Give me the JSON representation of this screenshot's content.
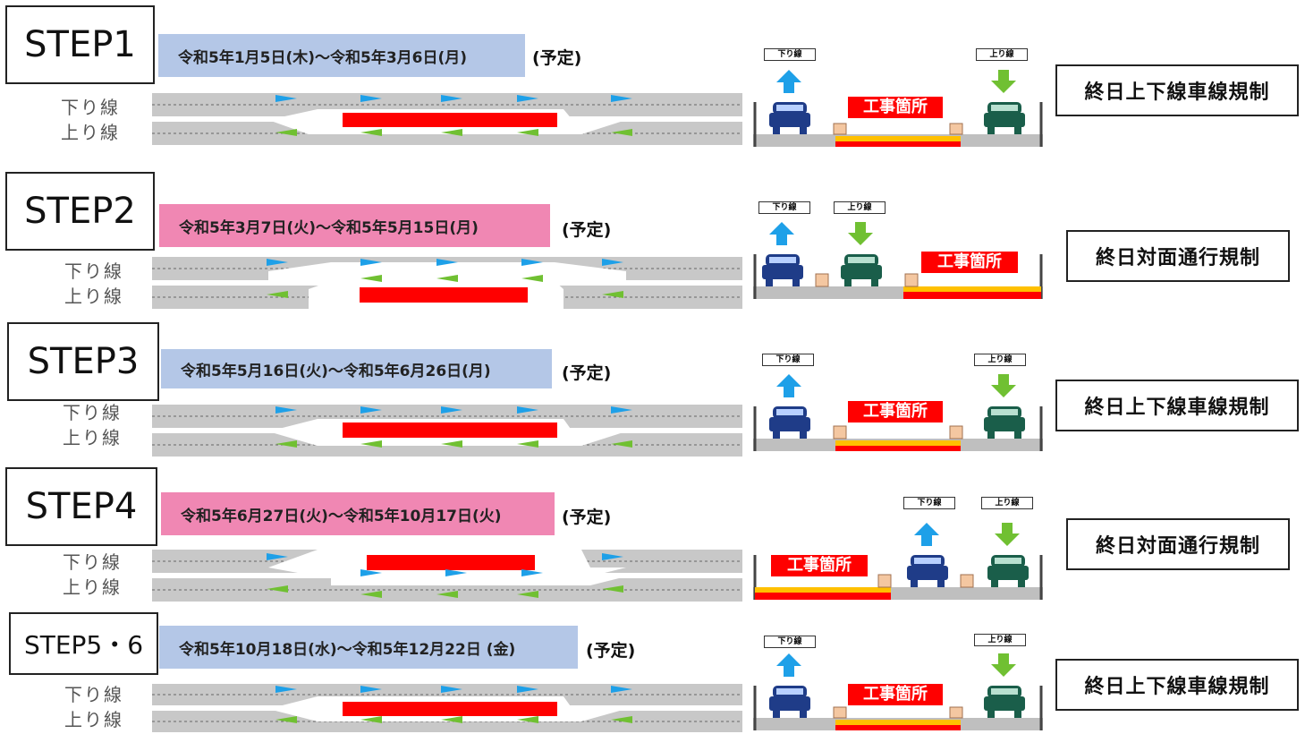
{
  "lane_labels": {
    "down": "下り線",
    "up": "上り線"
  },
  "yotei": "(予定)",
  "worksite": "工事箇所",
  "dir_down": "下り線",
  "dir_up": "上り線",
  "colors": {
    "blue_period": "#b4c7e7",
    "pink_period": "#f087b3",
    "work_red": "#ff0000",
    "arrow_blue": "#1ea0e8",
    "arrow_green": "#70c032",
    "road_gray": "#c8c8c8"
  },
  "steps": [
    {
      "name": "STEP1",
      "period": "令和5年1月5日(木)～令和5年3月6日(月)",
      "regulation": "終日上下線車線規制"
    },
    {
      "name": "STEP2",
      "period": "令和5年3月7日(火)～令和5年5月15日(月)",
      "regulation": "終日対面通行規制"
    },
    {
      "name": "STEP3",
      "period": "令和5年5月16日(火)～令和5年6月26日(月)",
      "regulation": "終日上下線車線規制"
    },
    {
      "name": "STEP4",
      "period": "令和5年6月27日(火)～令和5年10月17日(火)",
      "regulation": "終日対面通行規制"
    },
    {
      "name": "STEP5・6",
      "period": "令和5年10月18日(水)～令和5年12月22日 (金)",
      "regulation": "終日上下線車線規制"
    }
  ]
}
